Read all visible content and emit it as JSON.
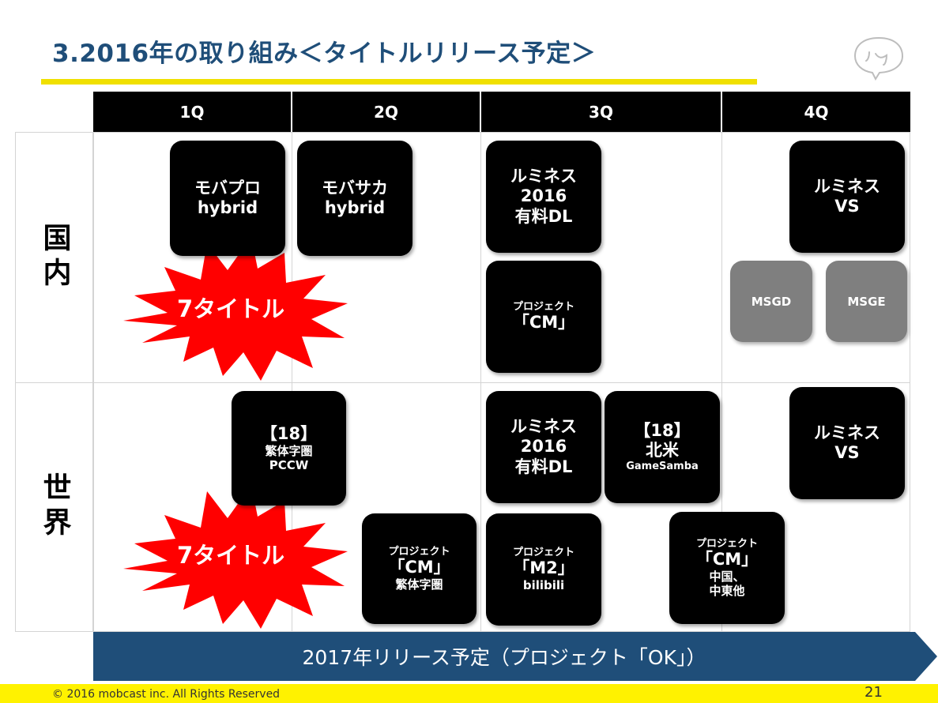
{
  "slide": {
    "title": "3.2016年の取り組み＜タイトルリリース予定＞",
    "quarters": [
      "1Q",
      "2Q",
      "3Q",
      "4Q"
    ],
    "rows": [
      "国内",
      "世界"
    ],
    "banner": "2017年リリース予定（プロジェクト「OK」）",
    "copyright": "© 2016 mobcast inc. All Rights Reserved",
    "page_number": "21"
  },
  "bursts": {
    "domestic": "7タイトル",
    "global": "7タイトル"
  },
  "domestic": {
    "mobapro": [
      "モバプロ",
      "hybrid"
    ],
    "mobasaka": [
      "モバサカ",
      "hybrid"
    ],
    "luminess_dl": [
      "ルミネス",
      "2016",
      "有料DL"
    ],
    "project_cm": [
      "プロジェクト",
      "「CM」"
    ],
    "luminess_vs": [
      "ルミネス",
      "VS"
    ],
    "msgd": "MSGD",
    "msge": "MSGE"
  },
  "global": {
    "pccw": [
      "【18】",
      "繁体字圏",
      "PCCW"
    ],
    "project_cm_tw": [
      "プロジェクト",
      "「CM」",
      "繁体字圏"
    ],
    "luminess_dl": [
      "ルミネス",
      "2016",
      "有料DL"
    ],
    "na18": [
      "【18】",
      "北米",
      "GameSamba"
    ],
    "project_m2": [
      "プロジェクト",
      "「M2」",
      "bilibili"
    ],
    "project_cm_cn": [
      "プロジェクト",
      "「CM」",
      "中国、",
      "中東他"
    ],
    "luminess_vs": [
      "ルミネス",
      "VS"
    ]
  },
  "colors": {
    "title": "#1f4e79",
    "accent_yellow": "#f0e000",
    "banner": "#1f4e79",
    "burst": "#ff0000",
    "tile": "#000000",
    "tile_gray": "#7f7f7f"
  }
}
